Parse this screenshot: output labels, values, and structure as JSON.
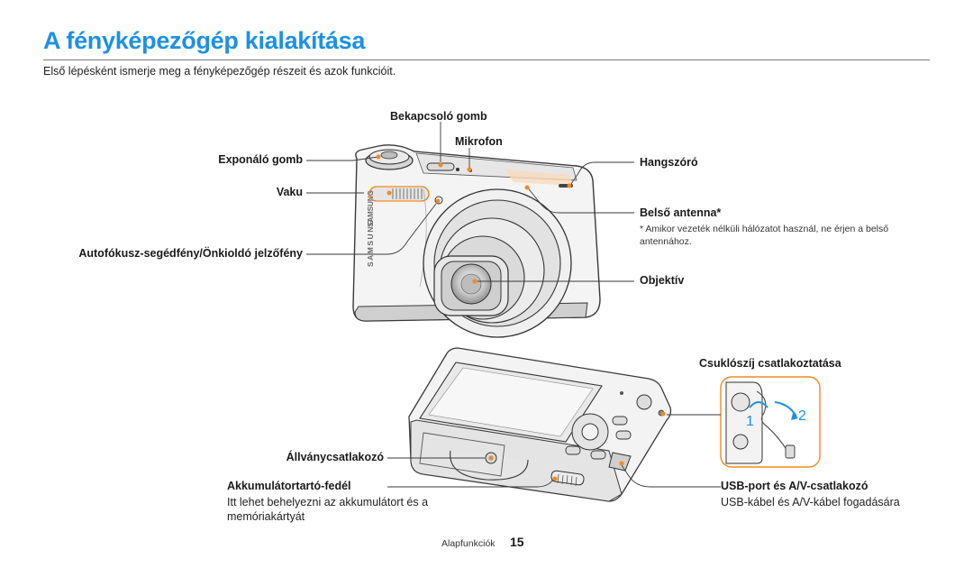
{
  "page": {
    "title": "A fényképezőgép kialakítása",
    "intro": "Első lépésként ismerje meg a fényképezőgép részeit és azok funkcióit."
  },
  "front_labels": {
    "power_button": "Bekapcsoló gomb",
    "microphone": "Mikrofon",
    "shutter_button": "Exponáló gomb",
    "speaker": "Hangszóró",
    "flash": "Vaku",
    "internal_antenna": "Belső antenna*",
    "antenna_note": "* Amikor vezeték nélküli hálózatot használ, ne érjen a belső antennához.",
    "af_lamp": "Autofókusz-segédfény/Önkioldó jelzőfény",
    "lens": "Objektív",
    "brand": "SAMSUNG"
  },
  "back_labels": {
    "strap_mount": "Csuklószíj csatlakoztatása",
    "strap_step_1": "1",
    "strap_step_2": "2",
    "tripod_mount": "Állványcsatlakozó",
    "battery_cover": "Akkumulátortartó-fedél",
    "battery_cover_desc": "Itt lehet behelyezni az akkumulátort és a memóriakártyát",
    "usb_port": "USB-port és A/V-csatlakozó",
    "usb_port_desc": "USB-kábel és A/V-kábel fogadására"
  },
  "footer": {
    "section": "Alapfunkciók",
    "page_number": "15"
  },
  "colors": {
    "title_blue": "#1e90e6",
    "callout_orange": "#f08a24",
    "strap_blue": "#1e90e6"
  }
}
